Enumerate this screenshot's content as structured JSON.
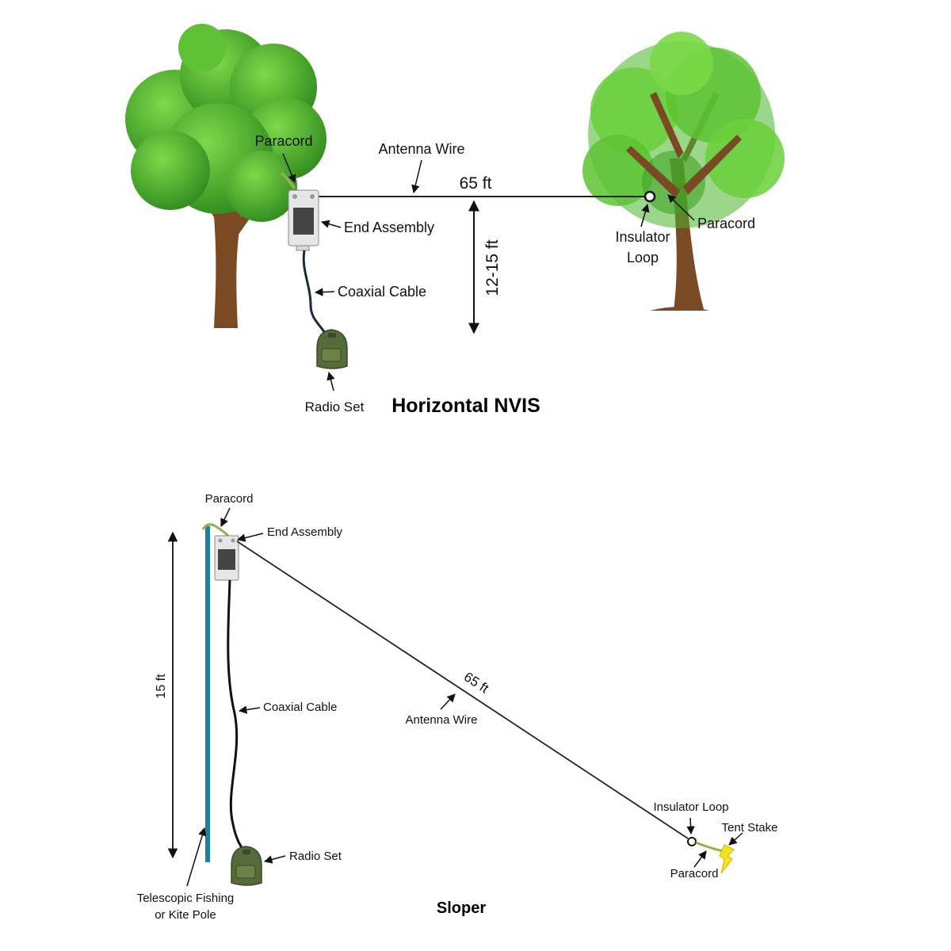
{
  "colors": {
    "tree_leaves_dark": "#2f8a1e",
    "tree_leaves_light": "#6ad03a",
    "trunk": "#7a4a24",
    "pole": "#17869a",
    "coax": "#1c2a3a",
    "wire": "#222222",
    "paracord": "#8fb14a",
    "stake": "#f4e21a",
    "backpack": "#556b3a"
  },
  "horizontal": {
    "title": "Horizontal NVIS",
    "labels": {
      "paracord_left": "Paracord",
      "antenna_wire": "Antenna Wire",
      "length": "65 ft",
      "end_assembly": "End Assembly",
      "height": "12-15 ft",
      "coaxial_cable": "Coaxial Cable",
      "radio_set": "Radio Set",
      "insulator_line1": "Insulator",
      "insulator_line2": "Loop",
      "paracord_right": "Paracord"
    }
  },
  "sloper": {
    "title": "Sloper",
    "labels": {
      "paracord_top": "Paracord",
      "end_assembly": "End Assembly",
      "height": "15 ft",
      "coaxial_cable": "Coaxial Cable",
      "length": "65 ft",
      "antenna_wire": "Antenna Wire",
      "insulator_loop": "Insulator Loop",
      "tent_stake": "Tent Stake",
      "paracord_bottom": "Paracord",
      "radio_set": "Radio Set",
      "pole_line1": "Telescopic Fishing",
      "pole_line2": "or Kite Pole"
    }
  }
}
